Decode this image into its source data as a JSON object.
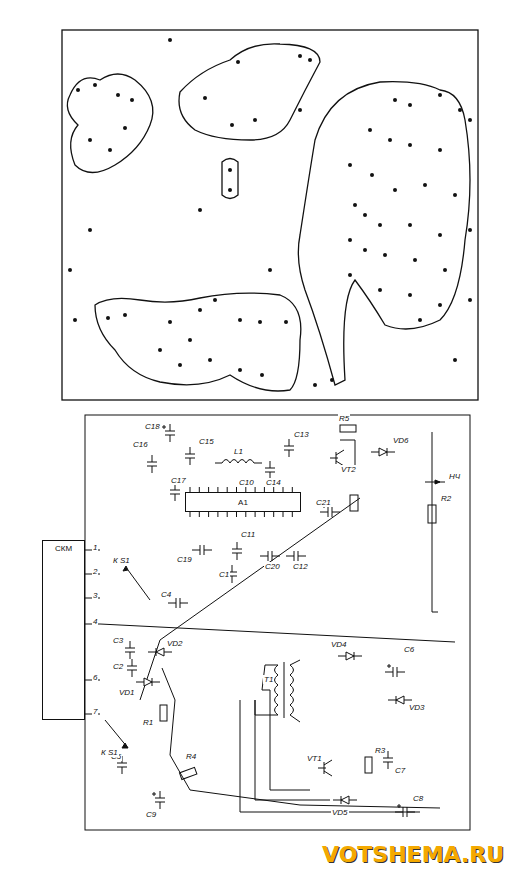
{
  "diagram": {
    "nodes": [
      {
        "text": [
          "СКМ"
        ]
      },
      {
        "text": [
          "A1"
        ]
      }
    ],
    "labels": [
      "C18",
      "C16",
      "C15",
      "L1",
      "C13",
      "R5",
      "VD6",
      "C14",
      "C10",
      "C17",
      "VT2",
      "НЧ",
      "C21",
      "R2",
      "C19",
      "C11",
      "C20",
      "C12",
      "C1",
      "К S1",
      "C4",
      "C3",
      "VD2",
      "C2",
      "VD1",
      "R1",
      "VD4",
      "C6",
      "T1",
      "VD3",
      "R3",
      "C7",
      "VT1",
      "VD5",
      "C5",
      "R4",
      "C9",
      "C8",
      "К S1",
      "1",
      "2",
      "3",
      "4",
      "6",
      "7",
      "VOTSHEMA.RU"
    ]
  }
}
